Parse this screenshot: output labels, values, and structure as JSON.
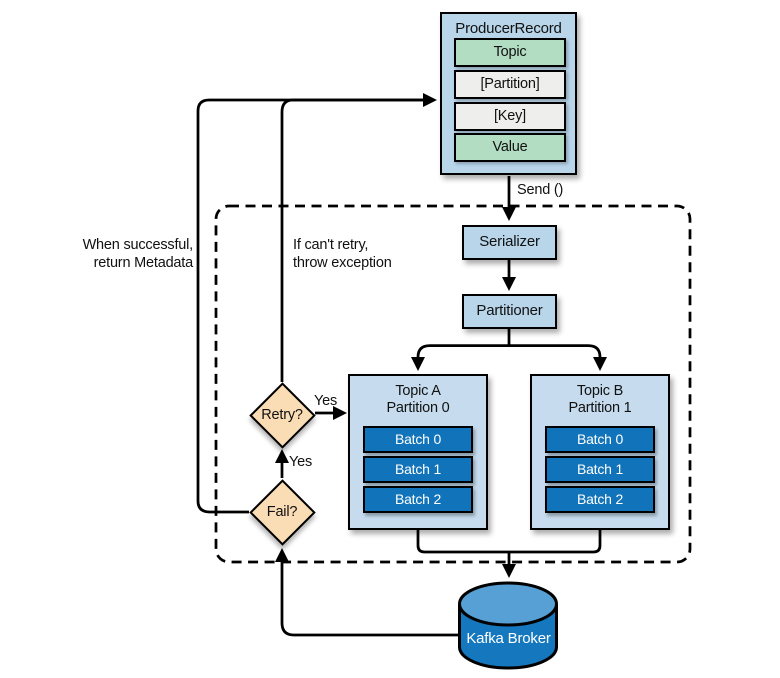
{
  "producer_record": {
    "title": "ProducerRecord",
    "fields": [
      {
        "label": "Topic"
      },
      {
        "label": "[Partition]"
      },
      {
        "label": "[Key]"
      },
      {
        "label": "Value"
      }
    ]
  },
  "nodes": {
    "serializer": "Serializer",
    "partitioner": "Partitioner",
    "retry": "Retry?",
    "fail": "Fail?",
    "broker": "Kafka Broker"
  },
  "partitions": [
    {
      "topic": "Topic A",
      "partition": "Partition 0",
      "batches": [
        "Batch 0",
        "Batch 1",
        "Batch 2"
      ]
    },
    {
      "topic": "Topic B",
      "partition": "Partition 1",
      "batches": [
        "Batch 0",
        "Batch 1",
        "Batch 2"
      ]
    }
  ],
  "labels": {
    "send": "Send ()",
    "yes_retry": "Yes",
    "yes_fail": "Yes",
    "success_note_line1": "When successful,",
    "success_note_line2": "return Metadata",
    "exception_note_line1": "If can't retry,",
    "exception_note_line2": "throw exception"
  },
  "colors": {
    "box_blue": "#b8d5ea",
    "panel_blue": "#c6dcee",
    "field_green": "#b2ddc2",
    "field_gray": "#eeeeec",
    "batch_blue": "#1173ba",
    "broker_body": "#1578bf",
    "broker_top": "#57a0d5",
    "diamond_fill": "#fadcb5",
    "line": "#000000"
  }
}
